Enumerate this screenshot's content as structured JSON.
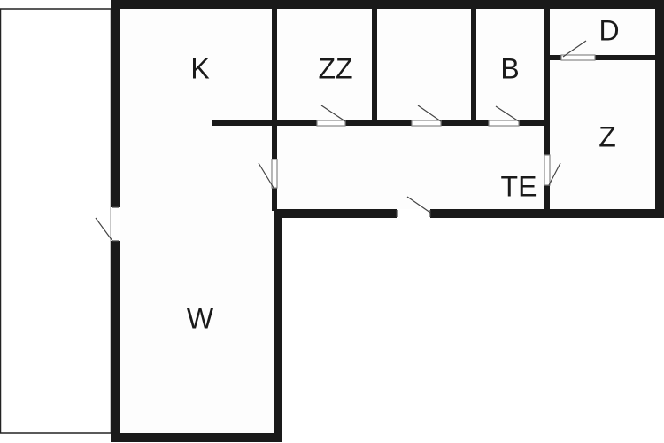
{
  "rooms": {
    "k": "K",
    "zz": "ZZ",
    "b": "B",
    "d": "D",
    "z": "Z",
    "te": "TE",
    "w": "W"
  },
  "colors": {
    "wall": "#1a1a1a",
    "floor": "#fdfdfd",
    "exterior_line": "#222222",
    "door_gap": "#ffffff"
  }
}
